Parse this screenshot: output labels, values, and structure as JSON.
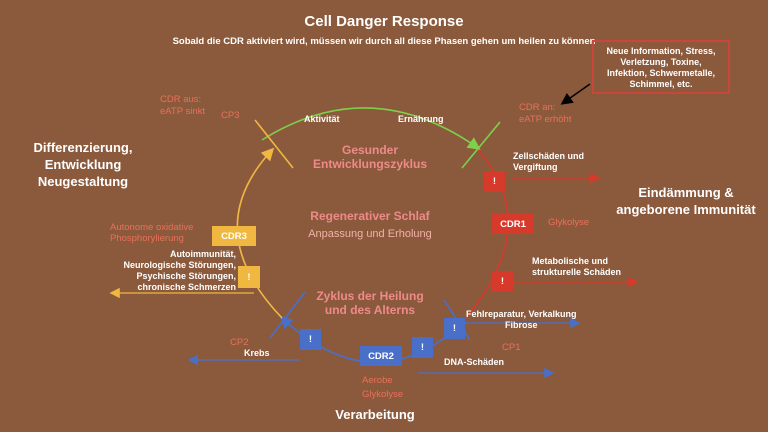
{
  "title": "Cell Danger Response",
  "subtitle": "Sobald die CDR aktiviert wird, müssen wir durch all diese Phasen gehen um heilen zu können",
  "trigger_box": {
    "lines": [
      "Neue Information, Stress,",
      "Verletzung, Toxine,",
      "Infektion, Schwermetalle,",
      "Schimmel, etc."
    ]
  },
  "left_heading": [
    "Differenzierung,",
    "Entwicklung",
    "Neugestaltung"
  ],
  "right_heading": [
    "Eindämmung &",
    "angeborene Immunität"
  ],
  "bottom_heading": "Verarbeitung",
  "cdr_off": [
    "CDR aus:",
    "eATP sinkt"
  ],
  "cdr_on": [
    "CDR an:",
    "eATP erhöht"
  ],
  "cp3": "CP3",
  "cp2": "CP2",
  "cp1": "CP1",
  "top_arc_labels": {
    "left": "Aktivität",
    "right": "Ernährung"
  },
  "center": {
    "healthy": [
      "Gesunder",
      "Entwicklungszyklus"
    ],
    "sleep_title": "Regenerativer Schlaf",
    "sleep_sub": "Anpassung und Erholung",
    "healing": [
      "Zyklus der Heilung",
      "und des Alterns"
    ]
  },
  "boxes": {
    "cdr1": "CDR1",
    "cdr2": "CDR2",
    "cdr3": "CDR3",
    "alert": "!"
  },
  "right_labels": {
    "cell_damage": [
      "Zellschäden und",
      "Vergiftung"
    ],
    "glycolysis": "Glykolyse",
    "metabolic": [
      "Metabolische und",
      "strukturelle Schäden"
    ]
  },
  "bottom_labels": {
    "repair": [
      "Fehlreparatur, Verkalkung",
      "Fibrose"
    ],
    "dna": "DNA-Schäden",
    "krebs": "Krebs",
    "aerobe": [
      "Aerobe",
      "Glykolyse"
    ]
  },
  "left_labels": {
    "oxphos": [
      "Autonome oxidative",
      "Phosphorylierung"
    ],
    "disorders": [
      "Autoimmunität,",
      "Neurologische Störungen,",
      "Psychische Störungen,",
      "chronische Schmerzen"
    ]
  },
  "colors": {
    "background": "#8b5a3c",
    "green": "#7ed04a",
    "red": "#d63a2a",
    "blue": "#4a6fc8",
    "yellow": "#f0b840"
  }
}
